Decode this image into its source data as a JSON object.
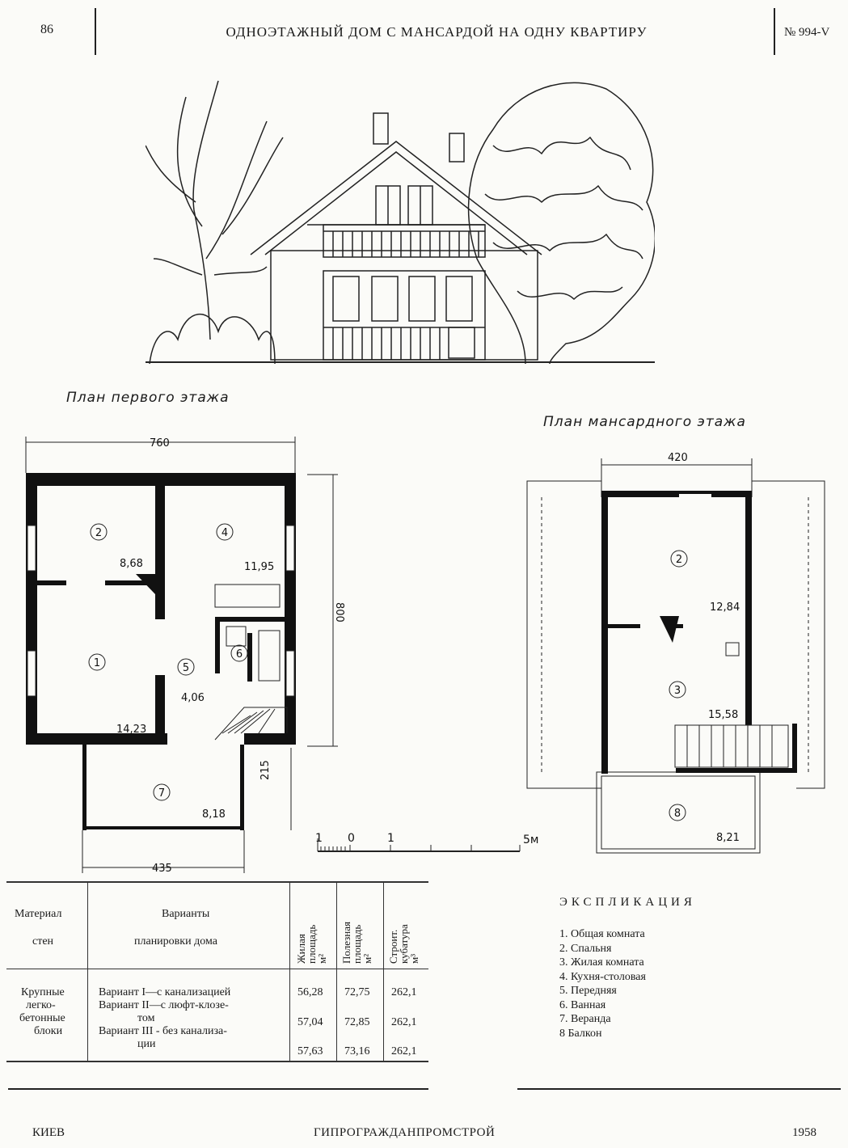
{
  "header": {
    "page_number": "86",
    "title": "ОДНОЭТАЖНЫЙ ДОМ С МАНСАРДОЙ НА ОДНУ КВАРТИРУ",
    "project_number": "№ 994-V"
  },
  "ground_floor": {
    "label": "План первого этажа",
    "dim_width": "760",
    "dim_depth": "800",
    "dim_veranda_depth": "215",
    "dim_veranda_width": "435",
    "rooms": [
      {
        "num": "1",
        "area": "14,23"
      },
      {
        "num": "2",
        "area": "8,68"
      },
      {
        "num": "4",
        "area": "11,95"
      },
      {
        "num": "5",
        "area": "4,06"
      },
      {
        "num": "6",
        "area": ""
      },
      {
        "num": "7",
        "area": "8,18"
      }
    ]
  },
  "attic_floor": {
    "label": "План мансардного этажа",
    "dim_width": "420",
    "rooms": [
      {
        "num": "2",
        "area": "12,84"
      },
      {
        "num": "3",
        "area": "15,58"
      },
      {
        "num": "8",
        "area": "8,21"
      }
    ]
  },
  "scale_bar": {
    "labels": [
      "1",
      "0",
      "1",
      "5м"
    ]
  },
  "table": {
    "col_material": [
      "Материал",
      "стен"
    ],
    "col_variants": [
      "Варианты",
      "планировки дома"
    ],
    "col_living": "Жилая\nплощадь\nм²",
    "col_useful": "Полезная\nплощадь\nм²",
    "col_volume": "Строит.\nкубатура\nм³",
    "material": [
      "Крупные",
      "легко-",
      "бетонные",
      "блоки"
    ],
    "rows": [
      {
        "variant": [
          "Вариант I—с канализацией"
        ],
        "living": "56,28",
        "useful": "72,75",
        "volume": "262,1"
      },
      {
        "variant": [
          "Вариант II—с люфт-клозе-",
          "том"
        ],
        "living": "57,04",
        "useful": "72,85",
        "volume": "262,1"
      },
      {
        "variant": [
          "Вариант III - без канализа-",
          "ции"
        ],
        "living": "57,63",
        "useful": "73,16",
        "volume": "262,1"
      }
    ]
  },
  "explication": {
    "title": "ЭКСПЛИКАЦИЯ",
    "items": [
      "1. Общая комната",
      "2. Спальня",
      "3. Жилая комната",
      "4. Кухня-столовая",
      "5. Передняя",
      "6. Ванная",
      "7. Веранда",
      "8  Балкон"
    ]
  },
  "footer": {
    "city": "КИЕВ",
    "publisher": "ГИПРОГРАЖДАНПРОМСТРОЙ",
    "year": "1958"
  }
}
